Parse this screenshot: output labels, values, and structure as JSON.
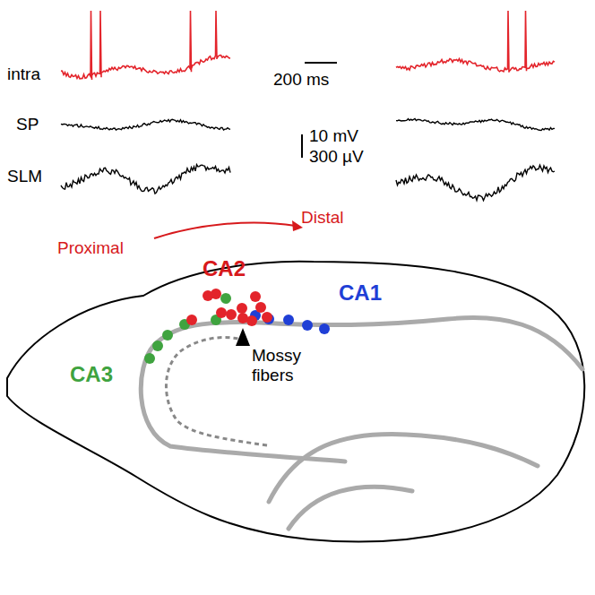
{
  "diagram": {
    "labels": [
      "intra",
      "SP",
      "SLM",
      "200 ms",
      "10 mV",
      "300 µV",
      "Proximal",
      "Distal",
      "CA2",
      "CA3",
      "CA1",
      "Mossy fibers"
    ]
  }
}
